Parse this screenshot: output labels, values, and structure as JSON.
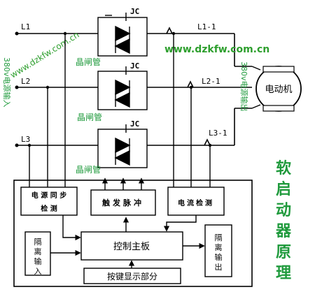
{
  "lines": {
    "l1": "L1",
    "l2": "L2",
    "l3": "L3",
    "l1_out": "L1-1",
    "l2_out": "L2-1",
    "l3_out": "L3-1"
  },
  "thyristors": {
    "jc_label": "JC",
    "scr_label": "晶闸管"
  },
  "side_labels": {
    "input": "380v电源输入",
    "output": "380v电源输出"
  },
  "motor": {
    "label": "电动机"
  },
  "watermarks": [
    "www.dzkfw.com.cn",
    "www.dzkfw.com.cn"
  ],
  "blocks": {
    "power_sync": "电源同步检测",
    "trigger": "触发脉冲",
    "current_detect": "电流检测",
    "iso_in": "隔离输入",
    "main_board": "控制主板",
    "iso_out": "隔离输出",
    "keypad": "按键显示部分"
  },
  "title": "软启动器原理",
  "colors": {
    "line": "#000000",
    "green": "#1f9a3c",
    "watermark": "#2e9f2e"
  }
}
